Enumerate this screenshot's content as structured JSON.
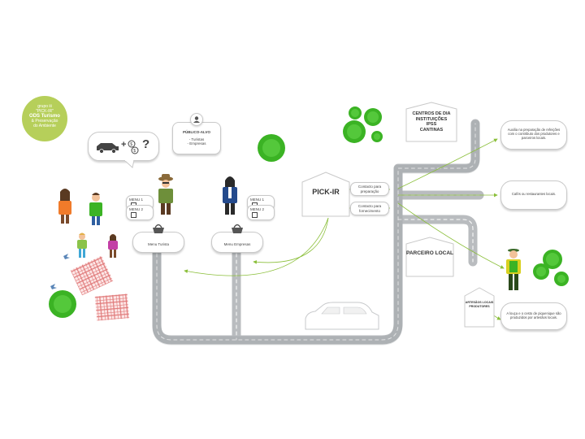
{
  "badge": {
    "line1": "grupo iii",
    "line2": "\"PICK-IR\"",
    "line3": "ODS Turismo",
    "line4": "& Preservação",
    "line5": "do Ambiente"
  },
  "cost_bubble": {
    "icon1": "car-icon",
    "plus": "+",
    "icon2": "money-icon",
    "question": "?"
  },
  "audience": {
    "title": "PÚBLICO-ALVO",
    "item1": "- Turistas",
    "item2": "- Empresas"
  },
  "menus_left": {
    "menu1": "MENU 1",
    "menu2": "MENU 2"
  },
  "menus_right": {
    "menu1": "MENU 1",
    "menu2": "MENU 2"
  },
  "baskets": {
    "tourist": "Menu Turista",
    "company": "Menu Empresas"
  },
  "pickir": {
    "label": "PICK-IR"
  },
  "contacts": {
    "prep": "Contacto para preparação",
    "supply": "Contacto para fornecimento"
  },
  "centers": {
    "line1": "CENTROS DE DIA",
    "line2": "INSTITUIÇÕES",
    "line3": "IPSS",
    "line4": "CANTINAS"
  },
  "partner": {
    "label": "PARCEIRO LOCAL"
  },
  "artisans": {
    "label": "ARTESÃOS LOCAIS PRODUTORES"
  },
  "notes": {
    "note1": "Auxilia na preparação de refeições com o contributo dos produtores e parceiros locais.",
    "note2": "Cafés ou restaurantes locais.",
    "note3": "A louça e o cesto de piquenique são produzidos por artesãos locais."
  },
  "colors": {
    "green": "#3bb324",
    "lime": "#8bbf3a",
    "road": "#b9bcbf",
    "pink": "#e07a7a"
  }
}
